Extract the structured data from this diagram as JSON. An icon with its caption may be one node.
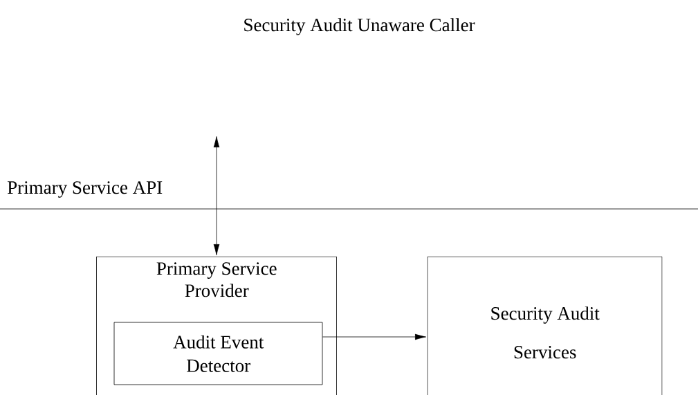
{
  "diagram": {
    "nodes": [
      {
        "text": [
          "Primary Service Provider"
        ]
      },
      {
        "text": [
          "Audit Event Detector"
        ],
        "in": 0
      },
      {
        "text": [
          "Security Audit Services"
        ]
      }
    ],
    "edges": [
      {
        "from": null,
        "to": 0,
        "arrow": "both"
      },
      {
        "from": 1,
        "to": 2,
        "arrow": "to"
      }
    ],
    "labels": [
      "Security Audit Unaware Caller",
      "Primary Service API"
    ]
  }
}
